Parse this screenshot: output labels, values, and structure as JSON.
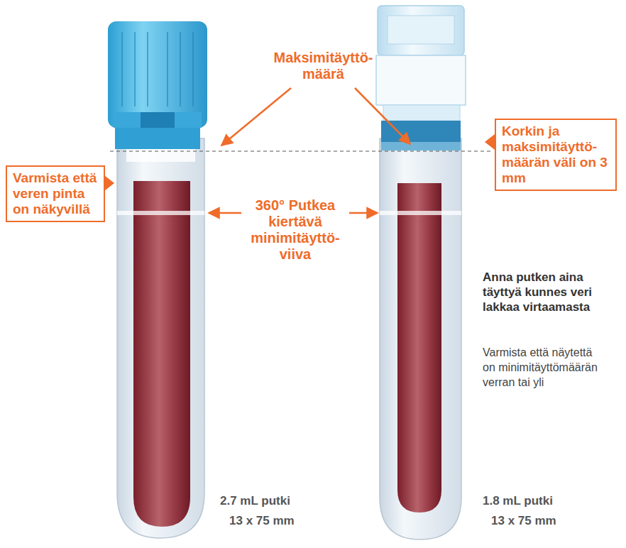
{
  "diagram": {
    "nodes": [
      {
        "text": [
          "Korkin ja maksimitäyttö- määrän väli on 3 mm"
        ]
      },
      {
        "text": [
          "Varmista että veren pinta on näkyvillä"
        ]
      }
    ],
    "labels": [
      "Maksimitäyttö- määrä",
      "360° Putkea kiertävä minimitäyttö- viiva",
      "Anna putken aina täyttyä kunnes veri lakkaa virtaamasta",
      "Varmista että näytettä on minimitäyttömäärän verran tai yli",
      "2.7 mL putki",
      "13 x 75 mm",
      "1.8 mL putki",
      "13 x 75 mm"
    ]
  }
}
